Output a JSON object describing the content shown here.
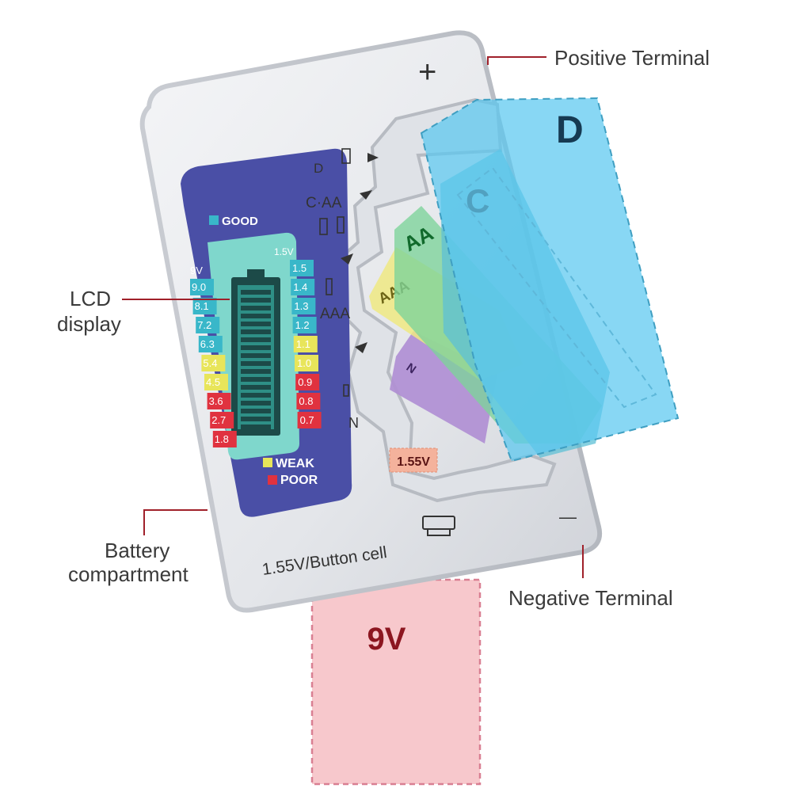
{
  "callouts": {
    "positive_terminal": "Positive Terminal",
    "lcd_line1": "LCD",
    "lcd_line2": "display",
    "battery_line1": "Battery",
    "battery_line2": "compartment",
    "negative_terminal": "Negative Terminal"
  },
  "lcd": {
    "good_label": "GOOD",
    "weak_label": "WEAK",
    "poor_label": "POOR",
    "left_header": "9V",
    "right_header": "1.5V",
    "left_scale": [
      "9.0",
      "8.1",
      "7.2",
      "6.3",
      "5.4",
      "4.5",
      "3.6",
      "2.7",
      "1.8"
    ],
    "right_scale": [
      "1.5",
      "1.4",
      "1.3",
      "1.2",
      "1.1",
      "1.0",
      "0.9",
      "0.8",
      "0.7"
    ]
  },
  "device": {
    "plus_sign": "+",
    "minus_sign": "—",
    "label_d": "D",
    "label_caa": "C·AA",
    "label_aaa": "AAA",
    "label_n": "N",
    "button_voltage": "1.55V",
    "bottom_label": "1.55V/Button cell"
  },
  "batteries": {
    "d": "D",
    "c": "C",
    "aa": "AA",
    "aaa": "AAA",
    "n": "N",
    "nine_volt": "9V"
  },
  "colors": {
    "lcd_frame": "#4a4fa6",
    "lcd_screen": "#7fd7cc",
    "good": "#39b7c9",
    "weak": "#e8e55a",
    "poor": "#e0323f",
    "d_card": "#5ac8f0",
    "c_card": "#5ec0d6",
    "aa_card": "#7cd39a",
    "aaa_card": "#efe983",
    "n_card": "#b08fd4",
    "nine_card": "#f7c8cc"
  }
}
